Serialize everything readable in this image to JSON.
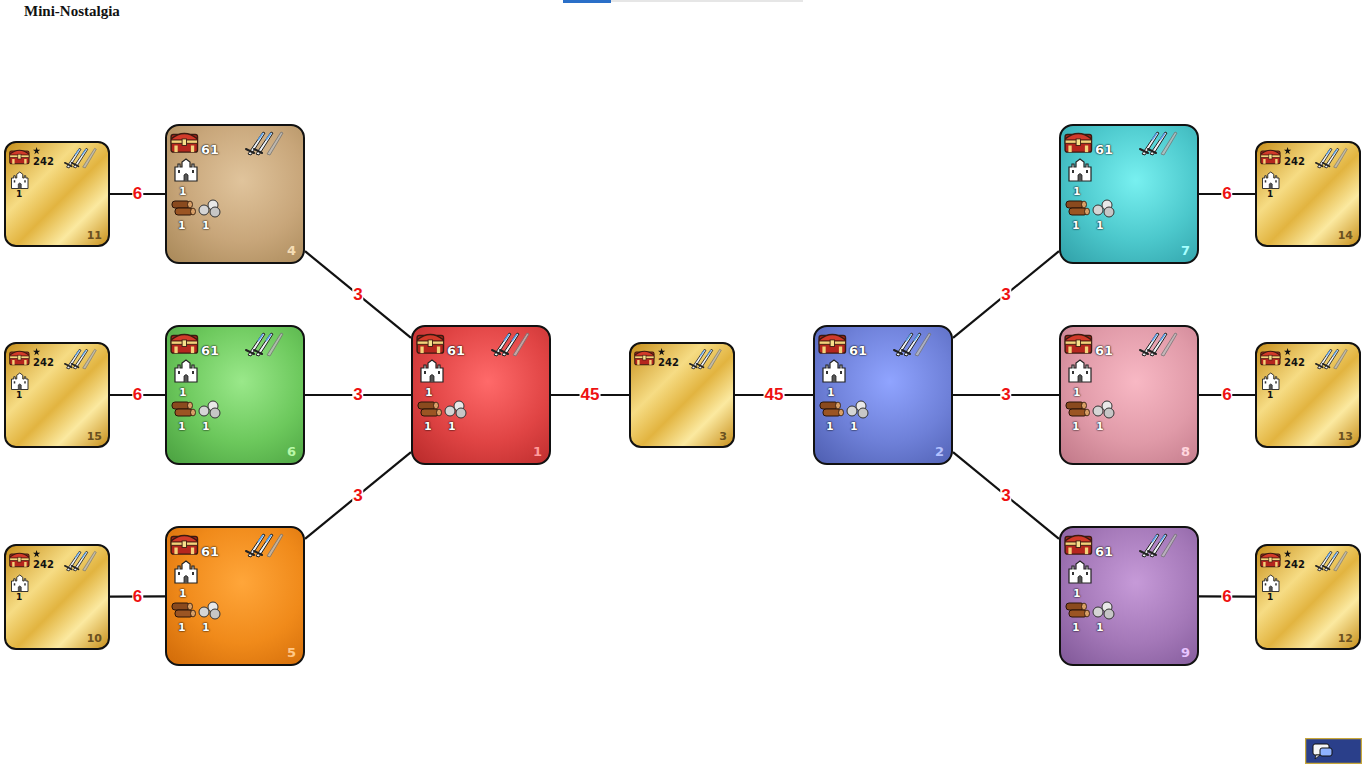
{
  "diagram": {
    "title": "Mini-Nostalgia",
    "nodes": [
      {
        "text": [
          "242",
          "1",
          "11"
        ]
      },
      {
        "text": [
          "61",
          "1",
          "1",
          "1",
          "4"
        ]
      },
      {
        "text": [
          "61",
          "1",
          "1",
          "1",
          "7"
        ]
      },
      {
        "text": [
          "242",
          "1",
          "14"
        ]
      },
      {
        "text": [
          "242",
          "1",
          "15"
        ]
      },
      {
        "text": [
          "61",
          "1",
          "1",
          "1",
          "6"
        ]
      },
      {
        "text": [
          "61",
          "1",
          "1",
          "1",
          "1"
        ]
      },
      {
        "text": [
          "242",
          "3"
        ]
      },
      {
        "text": [
          "61",
          "1",
          "1",
          "1",
          "2"
        ]
      },
      {
        "text": [
          "61",
          "1",
          "1",
          "1",
          "8"
        ]
      },
      {
        "text": [
          "242",
          "1",
          "13"
        ]
      },
      {
        "text": [
          "242",
          "1",
          "10"
        ]
      },
      {
        "text": [
          "61",
          "1",
          "1",
          "1",
          "5"
        ]
      },
      {
        "text": [
          "61",
          "1",
          "1",
          "1",
          "9"
        ]
      },
      {
        "text": [
          "242",
          "1",
          "12"
        ]
      }
    ],
    "edges": [
      {
        "from": 0,
        "to": 1,
        "arrow": "none",
        "label": "6"
      },
      {
        "from": 4,
        "to": 5,
        "arrow": "none",
        "label": "6"
      },
      {
        "from": 11,
        "to": 12,
        "arrow": "none",
        "label": "6"
      },
      {
        "from": 1,
        "to": 6,
        "arrow": "none",
        "label": "3"
      },
      {
        "from": 5,
        "to": 6,
        "arrow": "none",
        "label": "3"
      },
      {
        "from": 12,
        "to": 6,
        "arrow": "none",
        "label": "3"
      },
      {
        "from": 6,
        "to": 7,
        "arrow": "none",
        "label": "45"
      },
      {
        "from": 7,
        "to": 8,
        "arrow": "none",
        "label": "45"
      },
      {
        "from": 8,
        "to": 2,
        "arrow": "none",
        "label": "3"
      },
      {
        "from": 8,
        "to": 9,
        "arrow": "none",
        "label": "3"
      },
      {
        "from": 8,
        "to": 13,
        "arrow": "none",
        "label": "3"
      },
      {
        "from": 2,
        "to": 3,
        "arrow": "none",
        "label": "6"
      },
      {
        "from": 9,
        "to": 10,
        "arrow": "none",
        "label": "6"
      },
      {
        "from": 13,
        "to": 14,
        "arrow": "none",
        "label": "6"
      }
    ]
  }
}
